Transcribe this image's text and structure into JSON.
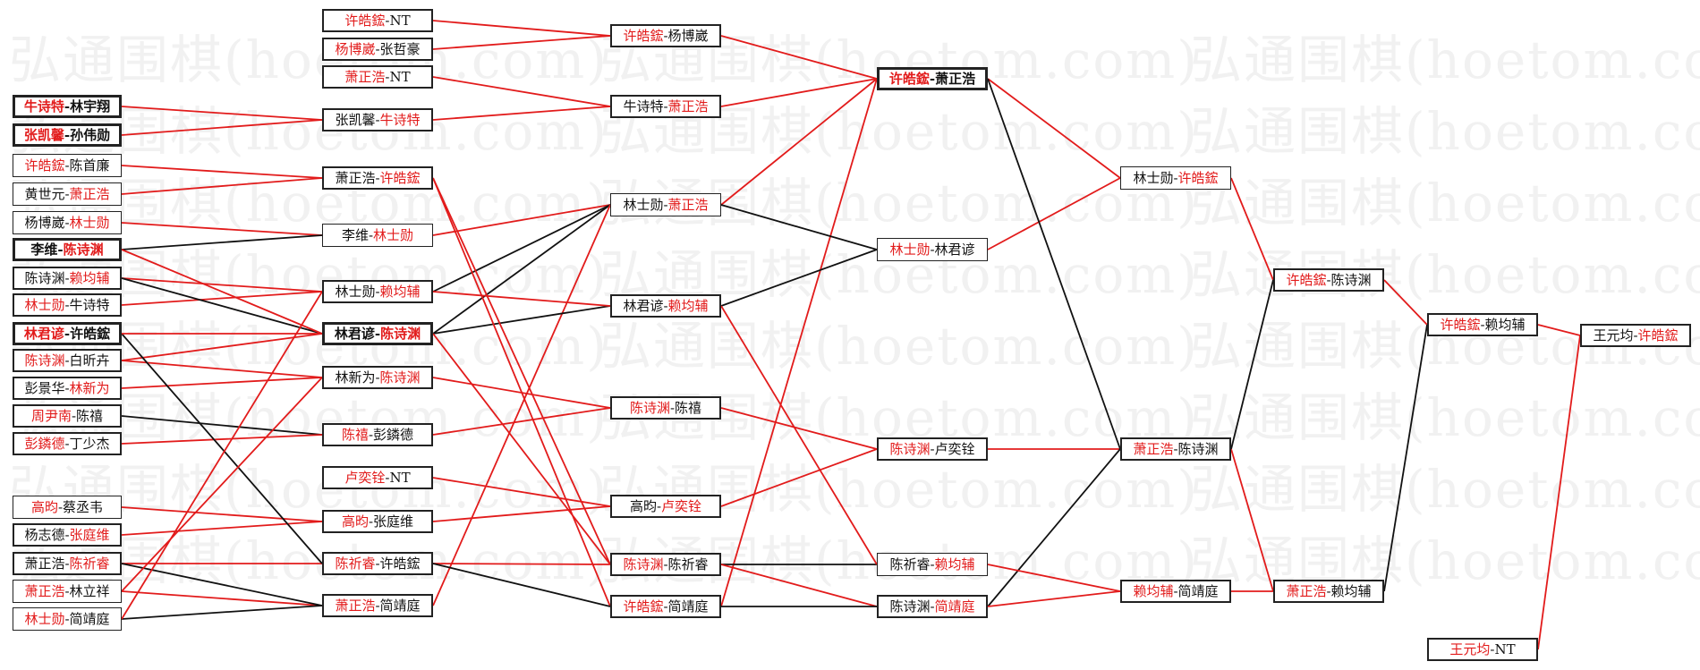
{
  "watermark": {
    "text": "弘通围棋(hoetom.com)"
  },
  "colors": {
    "winner": "#e21b1b",
    "line_win": "#e21b1b",
    "line_loss": "#111111"
  },
  "matches": [
    {
      "id": "a1",
      "p1": "牛诗特",
      "p2": "林宇翔",
      "win": 1
    },
    {
      "id": "a2",
      "p1": "张凯馨",
      "p2": "孙伟勋",
      "win": 1
    },
    {
      "id": "a3",
      "p1": "许皓鋐",
      "p2": "陈首廉",
      "win": 1
    },
    {
      "id": "a4",
      "p1": "黄世元",
      "p2": "萧正浩",
      "win": 2
    },
    {
      "id": "a5",
      "p1": "杨博崴",
      "p2": "林士勋",
      "win": 2
    },
    {
      "id": "a6",
      "p1": "李维",
      "p2": "陈诗渊",
      "win": 2
    },
    {
      "id": "a7",
      "p1": "陈诗渊",
      "p2": "赖均辅",
      "win": 2
    },
    {
      "id": "a8",
      "p1": "林士勋",
      "p2": "牛诗特",
      "win": 1
    },
    {
      "id": "a9",
      "p1": "林君谚",
      "p2": "许皓鋐",
      "win": 1
    },
    {
      "id": "a10",
      "p1": "陈诗渊",
      "p2": "白昕卉",
      "win": 1
    },
    {
      "id": "a11",
      "p1": "彭景华",
      "p2": "林新为",
      "win": 2
    },
    {
      "id": "a12",
      "p1": "周尹南",
      "p2": "陈禧",
      "win": 1
    },
    {
      "id": "a13",
      "p1": "彭鏻德",
      "p2": "丁少杰",
      "win": 1
    },
    {
      "id": "a14",
      "p1": "高昀",
      "p2": "蔡丞韦",
      "win": 1
    },
    {
      "id": "a15",
      "p1": "杨志德",
      "p2": "张庭维",
      "win": 2
    },
    {
      "id": "a16",
      "p1": "萧正浩",
      "p2": "陈祈睿",
      "win": 2
    },
    {
      "id": "a17",
      "p1": "萧正浩",
      "p2": "林立祥",
      "win": 1
    },
    {
      "id": "a18",
      "p1": "林士勋",
      "p2": "简靖庭",
      "win": 1
    },
    {
      "id": "b1",
      "p1": "许皓鋐",
      "p2": "NT",
      "win": 1
    },
    {
      "id": "b2",
      "p1": "杨博崴",
      "p2": "张哲豪",
      "win": 1
    },
    {
      "id": "b3",
      "p1": "萧正浩",
      "p2": "NT",
      "win": 1
    },
    {
      "id": "b4",
      "p1": "张凯馨",
      "p2": "牛诗特",
      "win": 2
    },
    {
      "id": "b5",
      "p1": "萧正浩",
      "p2": "许皓鋐",
      "win": 2
    },
    {
      "id": "b6",
      "p1": "李维",
      "p2": "林士勋",
      "win": 2
    },
    {
      "id": "b7",
      "p1": "林士勋",
      "p2": "赖均辅",
      "win": 2
    },
    {
      "id": "b8",
      "p1": "林君谚",
      "p2": "陈诗渊",
      "win": 2
    },
    {
      "id": "b9",
      "p1": "林新为",
      "p2": "陈诗渊",
      "win": 2
    },
    {
      "id": "b10",
      "p1": "陈禧",
      "p2": "彭鏻德",
      "win": 1
    },
    {
      "id": "b11",
      "p1": "卢奕铨",
      "p2": "NT",
      "win": 1
    },
    {
      "id": "b12",
      "p1": "高昀",
      "p2": "张庭维",
      "win": 1
    },
    {
      "id": "b13",
      "p1": "陈祈睿",
      "p2": "许皓鋐",
      "win": 1
    },
    {
      "id": "b14",
      "p1": "萧正浩",
      "p2": "简靖庭",
      "win": 1
    },
    {
      "id": "c1",
      "p1": "许皓鋐",
      "p2": "杨博崴",
      "win": 1
    },
    {
      "id": "c2",
      "p1": "牛诗特",
      "p2": "萧正浩",
      "win": 2
    },
    {
      "id": "c3",
      "p1": "林士勋",
      "p2": "萧正浩",
      "win": 2
    },
    {
      "id": "c4",
      "p1": "林君谚",
      "p2": "赖均辅",
      "win": 2
    },
    {
      "id": "c5",
      "p1": "陈诗渊",
      "p2": "陈禧",
      "win": 1
    },
    {
      "id": "c6",
      "p1": "高昀",
      "p2": "卢奕铨",
      "win": 2
    },
    {
      "id": "c7",
      "p1": "陈诗渊",
      "p2": "陈祈睿",
      "win": 1
    },
    {
      "id": "c8",
      "p1": "许皓鋐",
      "p2": "简靖庭",
      "win": 1
    },
    {
      "id": "d1",
      "p1": "许皓鋐",
      "p2": "萧正浩",
      "win": 1
    },
    {
      "id": "d2",
      "p1": "林士勋",
      "p2": "林君谚",
      "win": 1
    },
    {
      "id": "d3",
      "p1": "陈诗渊",
      "p2": "卢奕铨",
      "win": 1
    },
    {
      "id": "d4",
      "p1": "陈祈睿",
      "p2": "赖均辅",
      "win": 2
    },
    {
      "id": "d5",
      "p1": "陈诗渊",
      "p2": "简靖庭",
      "win": 2
    },
    {
      "id": "e1",
      "p1": "林士勋",
      "p2": "许皓鋐",
      "win": 2
    },
    {
      "id": "e2",
      "p1": "萧正浩",
      "p2": "陈诗渊",
      "win": 1
    },
    {
      "id": "e3",
      "p1": "赖均辅",
      "p2": "简靖庭",
      "win": 1
    },
    {
      "id": "f1",
      "p1": "许皓鋐",
      "p2": "陈诗渊",
      "win": 1
    },
    {
      "id": "f2",
      "p1": "萧正浩",
      "p2": "赖均辅",
      "win": 1
    },
    {
      "id": "g1",
      "p1": "许皓鋐",
      "p2": "赖均辅",
      "win": 1
    },
    {
      "id": "g2",
      "p1": "王元均",
      "p2": "NT",
      "win": 1
    },
    {
      "id": "h1",
      "p1": "王元均",
      "p2": "许皓鋐",
      "win": 2
    }
  ],
  "links": [
    [
      "a1",
      "b4",
      "w"
    ],
    [
      "a2",
      "b4",
      "w"
    ],
    [
      "a3",
      "b5",
      "w"
    ],
    [
      "a4",
      "b5",
      "w"
    ],
    [
      "a5",
      "b6",
      "w"
    ],
    [
      "a6",
      "b6",
      "l"
    ],
    [
      "a7",
      "b7",
      "w"
    ],
    [
      "a8",
      "b7",
      "w"
    ],
    [
      "a7",
      "b8",
      "l"
    ],
    [
      "a6",
      "b8",
      "w"
    ],
    [
      "a10",
      "b8",
      "w"
    ],
    [
      "a10",
      "b9",
      "w"
    ],
    [
      "a11",
      "b9",
      "w"
    ],
    [
      "a12",
      "b10",
      "l"
    ],
    [
      "a13",
      "b10",
      "w"
    ],
    [
      "a14",
      "b12",
      "w"
    ],
    [
      "a15",
      "b12",
      "w"
    ],
    [
      "a16",
      "b13",
      "w"
    ],
    [
      "a9",
      "b13",
      "l"
    ],
    [
      "a17",
      "b14",
      "w"
    ],
    [
      "a18",
      "b14",
      "l"
    ],
    [
      "a9",
      "b8",
      "w"
    ],
    [
      "a16",
      "b14",
      "l"
    ],
    [
      "a18",
      "b7",
      "w"
    ],
    [
      "a17",
      "b9",
      "w"
    ],
    [
      "b1",
      "c1",
      "w"
    ],
    [
      "b2",
      "c1",
      "w"
    ],
    [
      "b3",
      "c2",
      "w"
    ],
    [
      "b4",
      "c2",
      "w"
    ],
    [
      "b6",
      "c3",
      "w"
    ],
    [
      "b7",
      "c3",
      "l"
    ],
    [
      "b8",
      "c3",
      "l"
    ],
    [
      "b14",
      "c3",
      "w"
    ],
    [
      "b8",
      "c4",
      "l"
    ],
    [
      "b7",
      "c4",
      "w"
    ],
    [
      "b9",
      "c5",
      "w"
    ],
    [
      "b10",
      "c5",
      "w"
    ],
    [
      "b11",
      "c6",
      "w"
    ],
    [
      "b12",
      "c6",
      "w"
    ],
    [
      "b13",
      "c7",
      "w"
    ],
    [
      "b5",
      "c7",
      "w"
    ],
    [
      "b8",
      "c7",
      "w"
    ],
    [
      "b5",
      "c8",
      "w"
    ],
    [
      "b13",
      "c8",
      "l"
    ],
    [
      "c1",
      "d1",
      "w"
    ],
    [
      "c2",
      "d1",
      "w"
    ],
    [
      "c3",
      "d1",
      "w"
    ],
    [
      "c8",
      "d1",
      "w"
    ],
    [
      "c3",
      "d2",
      "l"
    ],
    [
      "c4",
      "d2",
      "l"
    ],
    [
      "c5",
      "d3",
      "w"
    ],
    [
      "c6",
      "d3",
      "w"
    ],
    [
      "c7",
      "d4",
      "l"
    ],
    [
      "c4",
      "d4",
      "w"
    ],
    [
      "c7",
      "d5",
      "w"
    ],
    [
      "c8",
      "d5",
      "l"
    ],
    [
      "d2",
      "e1",
      "w"
    ],
    [
      "d3",
      "e2",
      "w"
    ],
    [
      "d1",
      "e1",
      "w"
    ],
    [
      "d1",
      "e2",
      "l"
    ],
    [
      "d5",
      "e2",
      "l"
    ],
    [
      "d4",
      "e3",
      "w"
    ],
    [
      "d5",
      "e3",
      "w"
    ],
    [
      "e1",
      "f1",
      "w"
    ],
    [
      "e2",
      "f1",
      "l"
    ],
    [
      "e2",
      "f2",
      "w"
    ],
    [
      "e3",
      "f2",
      "w"
    ],
    [
      "f1",
      "g1",
      "w"
    ],
    [
      "f2",
      "g1",
      "l"
    ],
    [
      "g1",
      "h1",
      "w"
    ],
    [
      "g2",
      "h1",
      "w"
    ]
  ]
}
